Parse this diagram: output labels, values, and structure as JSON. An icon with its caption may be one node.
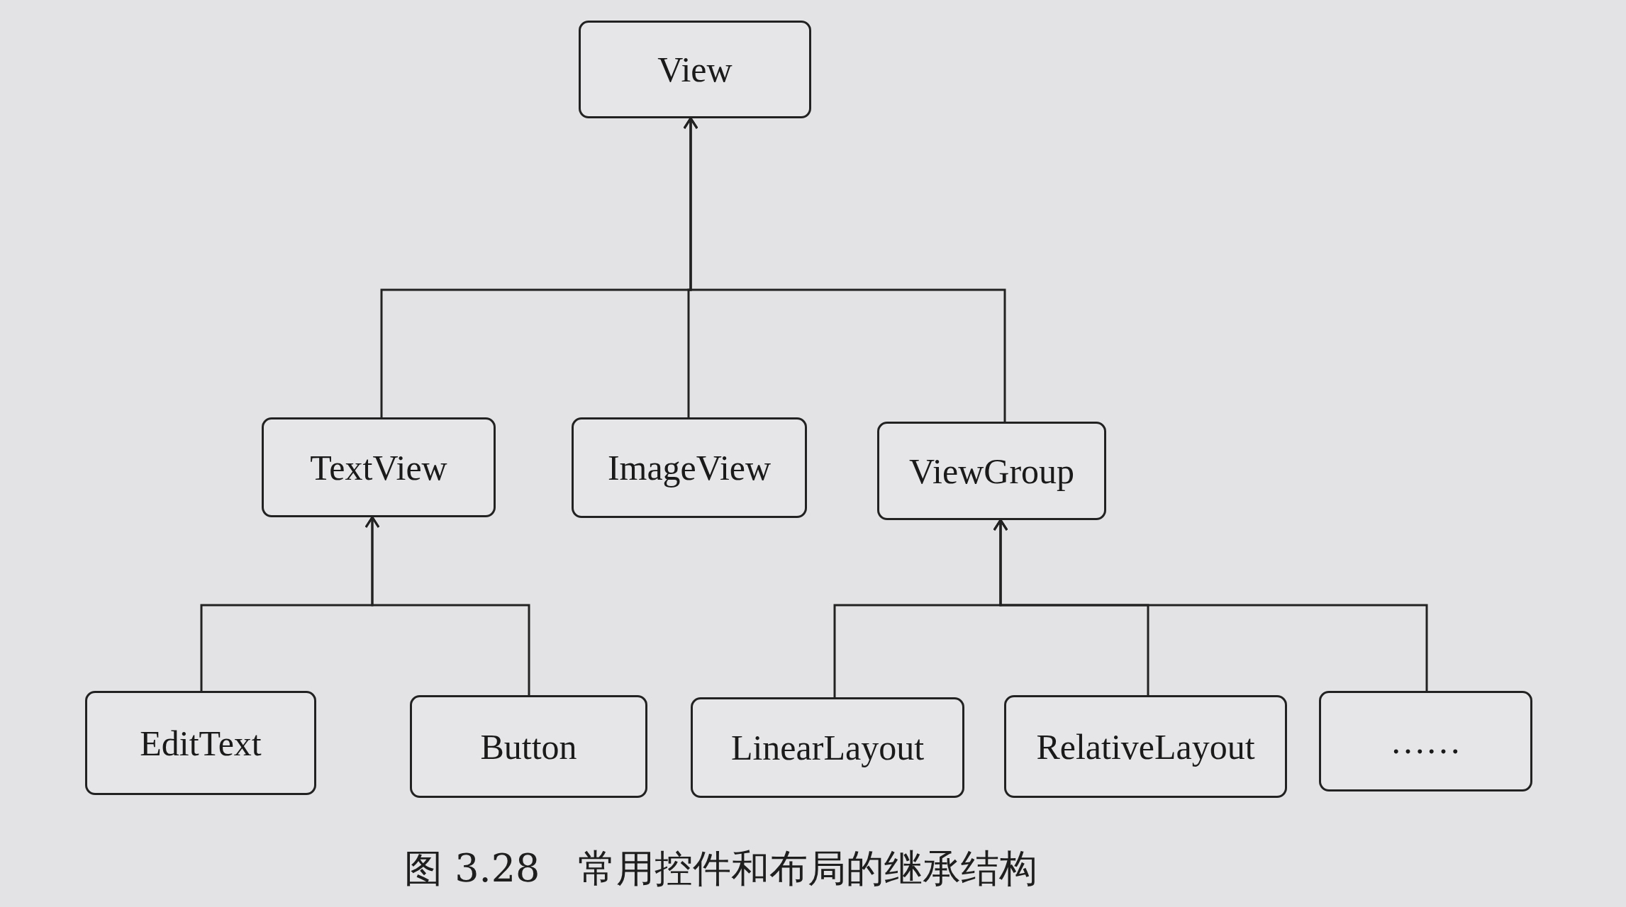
{
  "diagram": {
    "caption": "图 3.28　常用控件和布局的继承结构",
    "nodes": [
      {
        "text": [
          "View"
        ]
      },
      {
        "text": [
          "TextView"
        ]
      },
      {
        "text": [
          "ImageView"
        ]
      },
      {
        "text": [
          "ViewGroup"
        ]
      },
      {
        "text": [
          "EditText"
        ]
      },
      {
        "text": [
          "Button"
        ]
      },
      {
        "text": [
          "LinearLayout"
        ]
      },
      {
        "text": [
          "RelativeLayout"
        ]
      },
      {
        "text": [
          "……"
        ]
      }
    ],
    "edges": [
      {
        "from": 1,
        "to": 0,
        "arrow": "to"
      },
      {
        "from": 2,
        "to": 0,
        "arrow": "to"
      },
      {
        "from": 3,
        "to": 0,
        "arrow": "to"
      },
      {
        "from": 4,
        "to": 1,
        "arrow": "to"
      },
      {
        "from": 5,
        "to": 1,
        "arrow": "to"
      },
      {
        "from": 6,
        "to": 3,
        "arrow": "to"
      },
      {
        "from": 7,
        "to": 3,
        "arrow": "to"
      },
      {
        "from": 8,
        "to": 3,
        "arrow": "to"
      }
    ]
  }
}
